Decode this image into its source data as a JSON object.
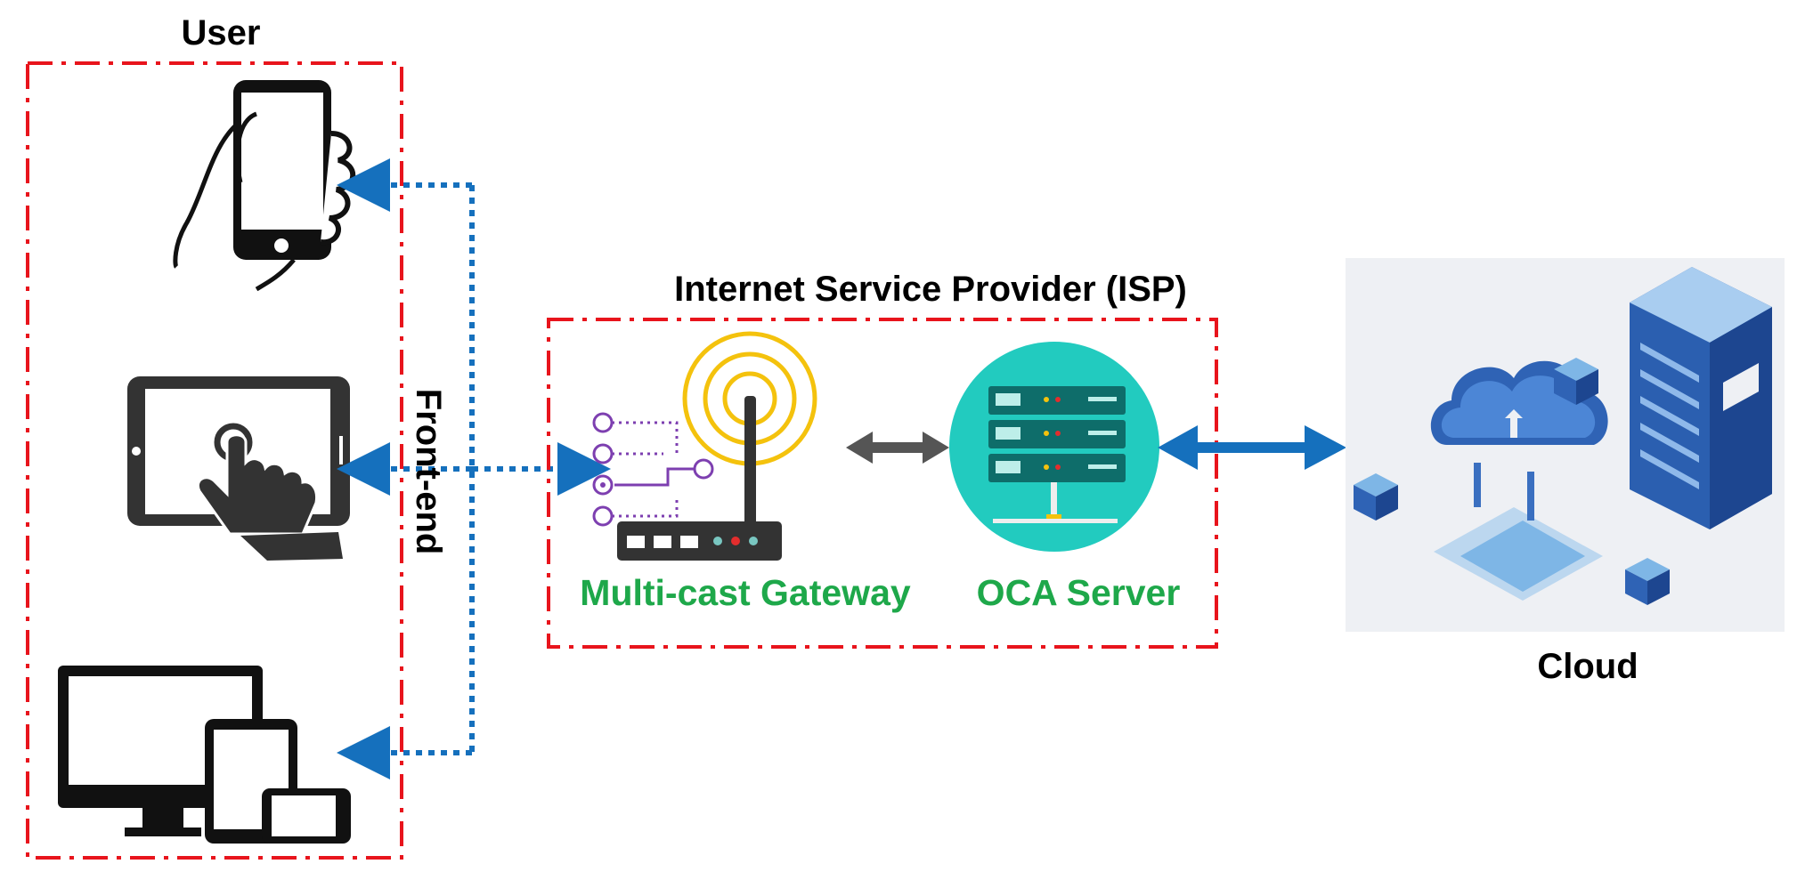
{
  "labels": {
    "user": "User",
    "frontend": "Front-end",
    "isp": "Internet Service Provider (ISP)",
    "gateway": "Multi-cast Gateway",
    "oca": "OCA Server",
    "cloud": "Cloud"
  },
  "colors": {
    "box_border": "#e8141c",
    "frontend_link": "#1570bd",
    "node_label": "#1ea84a",
    "gateway_server_arrow": "#555555",
    "server_cloud_arrow": "#1570bd",
    "oca_circle": "#22cbbf",
    "router_rings": "#f4c20d",
    "router_ports": "#7d3fb0"
  },
  "icons": {
    "phone": "smartphone-in-hand-icon",
    "tablet": "tablet-touch-icon",
    "devices": "multi-device-icon",
    "gateway": "wireless-router-icon",
    "oca": "server-rack-icon",
    "cloud": "cloud-datacenter-icon"
  }
}
